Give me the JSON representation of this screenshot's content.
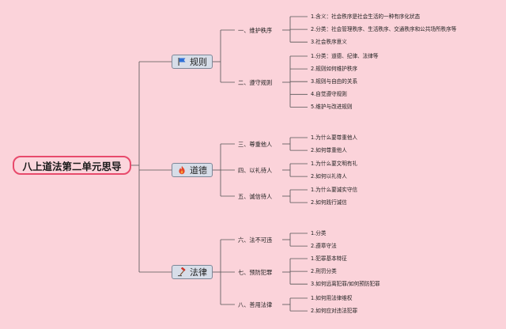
{
  "root": {
    "title": "八上道法第二单元思导"
  },
  "sections": [
    {
      "label": "规则",
      "icon": "flag-icon",
      "topics": [
        {
          "label": "一、维护秩序",
          "items": [
            "1.含义：社会秩序是社会生活的一种有序化状态",
            "2.分类：社会管理秩序、生活秩序、交通秩序和公共场所秩序等",
            "3.社会秩序意义"
          ]
        },
        {
          "label": "二、遵守规则",
          "items": [
            "1.分类：道德、纪律、法律等",
            "2.规则如何维护秩序",
            "3.规则与自由的关系",
            "4.自觉遵守规则",
            "5.维护与改进规则"
          ]
        }
      ]
    },
    {
      "label": "道德",
      "icon": "fire-icon",
      "topics": [
        {
          "label": "三、尊重他人",
          "items": [
            "1.为什么要尊重他人",
            "2.如何尊重他人"
          ]
        },
        {
          "label": "四、以礼待人",
          "items": [
            "1.为什么要文明有礼",
            "2.如何以礼待人"
          ]
        },
        {
          "label": "五、诚信待人",
          "items": [
            "1.为什么要诚实守信",
            "2.如何践行诚信"
          ]
        }
      ]
    },
    {
      "label": "法律",
      "icon": "gavel-icon",
      "topics": [
        {
          "label": "六、法不可违",
          "items": [
            "1.分类",
            "2.遵章守法"
          ]
        },
        {
          "label": "七、预防犯罪",
          "items": [
            "1.犯罪基本特征",
            "2.刑罚分类",
            "3.如何远离犯罪/如何预防犯罪"
          ]
        },
        {
          "label": "八、善用法律",
          "items": [
            "1.如何用法律维权",
            "2.如何应对违法犯罪"
          ]
        }
      ]
    }
  ],
  "colors": {
    "background": "#fbd3da",
    "root_border": "#e84a6c",
    "section_fill": "#d7dde8",
    "connector": "#555555",
    "flag_icon": "#2f6fd6",
    "fire_icon": "#e5462a",
    "gavel_icon": "#d0352a"
  }
}
